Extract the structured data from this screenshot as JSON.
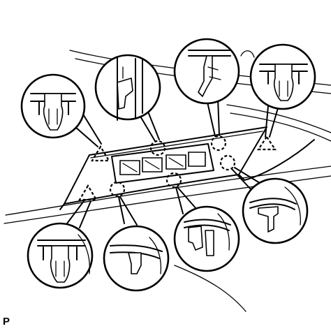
{
  "figure": {
    "code_label": "P"
  },
  "legend": {
    "clip_markers": [
      "triangle",
      "circle"
    ]
  },
  "icons": {
    "triangle_marker": "dashed-triangle-icon",
    "circle_marker": "dashed-circle-icon"
  }
}
